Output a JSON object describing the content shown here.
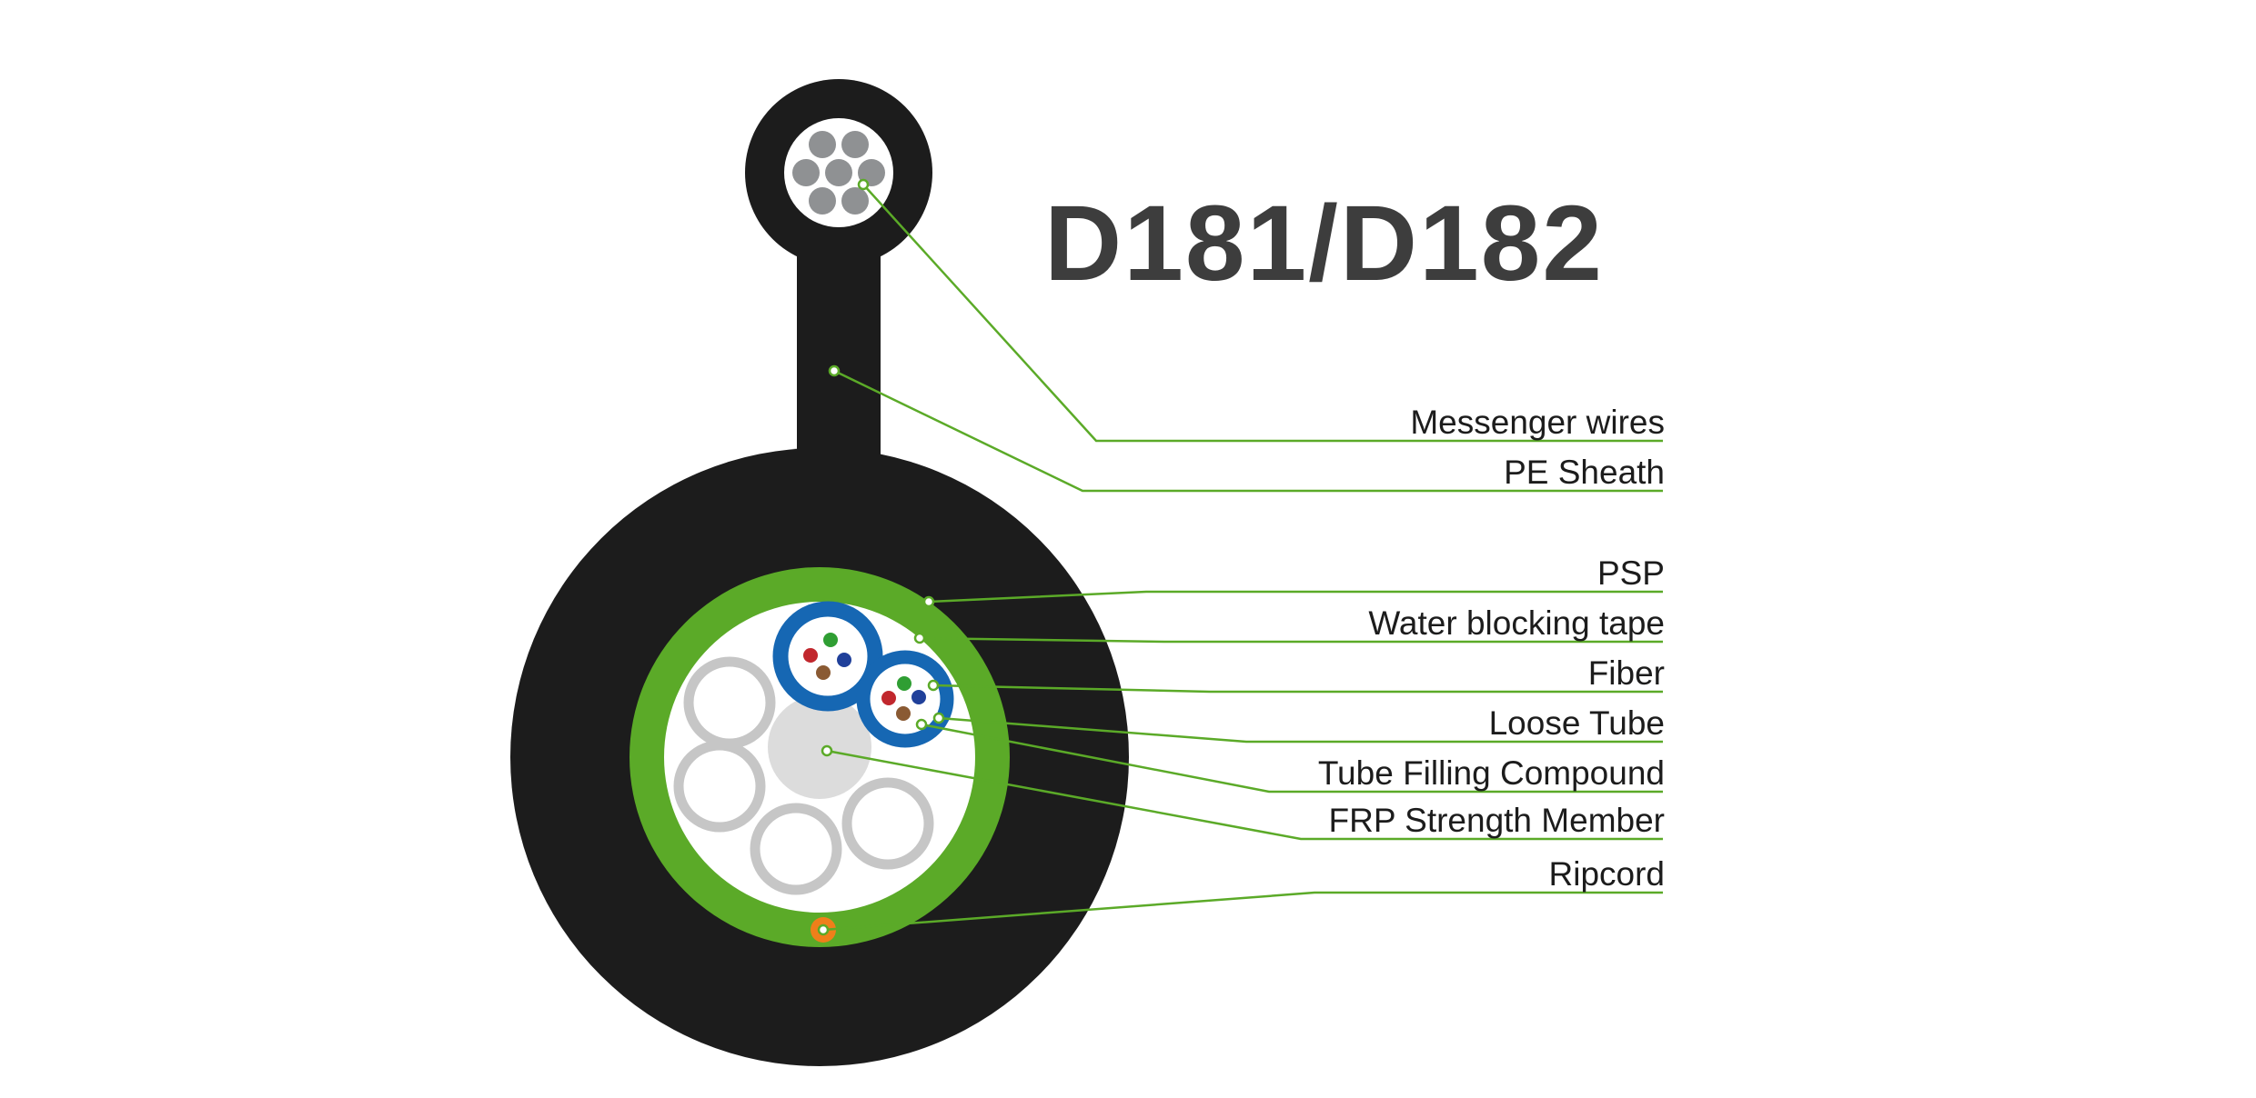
{
  "title": "D181/D182",
  "labels": {
    "messenger_wires": "Messenger wires",
    "pe_sheath": "PE Sheath",
    "psp": "PSP",
    "water_blocking_tape": "Water blocking tape",
    "fiber": "Fiber",
    "loose_tube": "Loose Tube",
    "tube_filling_compound": "Tube Filling Compound",
    "frp_strength_member": "FRP Strength Member",
    "ripcord": "Ripcord"
  },
  "colors": {
    "sheath": "#1c1c1c",
    "psp_green": "#5baa28",
    "leader_green": "#5baa28",
    "loose_tube_blue": "#1667b3",
    "messenger_gray": "#8f9193",
    "filler_stroke": "#c6c6c6",
    "frp_gray": "#dcdcdc",
    "ripcord_orange": "#ef7f1a",
    "fiber_green": "#2f9e33",
    "fiber_red": "#c1272d",
    "fiber_blue": "#20409a",
    "fiber_brown": "#8a5a33",
    "title_text": "#3d3d3d",
    "label_text": "#1c1c1c",
    "background": "#ffffff"
  }
}
